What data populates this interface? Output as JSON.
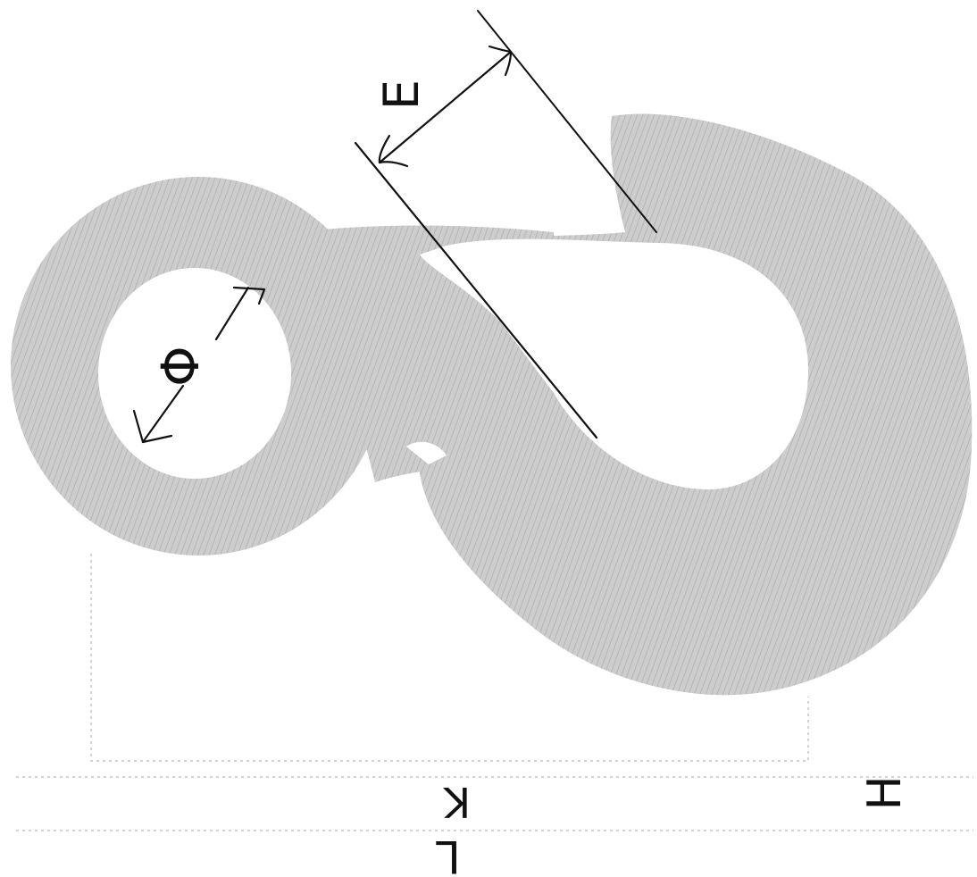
{
  "labels": {
    "diameter": "Φ",
    "e": "E",
    "h": "H",
    "k": "K",
    "l": "L"
  },
  "colors": {
    "hook_fill": "#c9c9c9",
    "hook_hatch": "#b4b4b4",
    "background": "#ffffff",
    "ink": "#111111"
  }
}
